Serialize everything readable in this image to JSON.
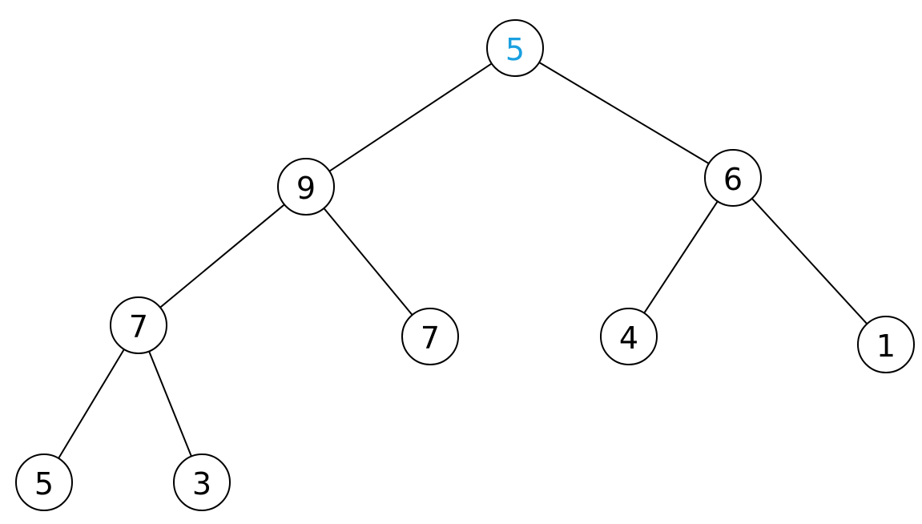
{
  "tree": {
    "accent_color": "#1aa0e0",
    "default_color": "#000000",
    "nodes": [
      {
        "id": "root",
        "label": "5",
        "highlight": true
      },
      {
        "id": "n9",
        "label": "9"
      },
      {
        "id": "n6",
        "label": "6"
      },
      {
        "id": "n7a",
        "label": "7"
      },
      {
        "id": "n7b",
        "label": "7"
      },
      {
        "id": "n4",
        "label": "4"
      },
      {
        "id": "n1",
        "label": "1"
      },
      {
        "id": "n5",
        "label": "5"
      },
      {
        "id": "n3",
        "label": "3"
      }
    ],
    "edges": [
      [
        "root",
        "n9"
      ],
      [
        "root",
        "n6"
      ],
      [
        "n9",
        "n7a"
      ],
      [
        "n9",
        "n7b"
      ],
      [
        "n6",
        "n4"
      ],
      [
        "n6",
        "n1"
      ],
      [
        "n7a",
        "n5"
      ],
      [
        "n7a",
        "n3"
      ]
    ]
  }
}
